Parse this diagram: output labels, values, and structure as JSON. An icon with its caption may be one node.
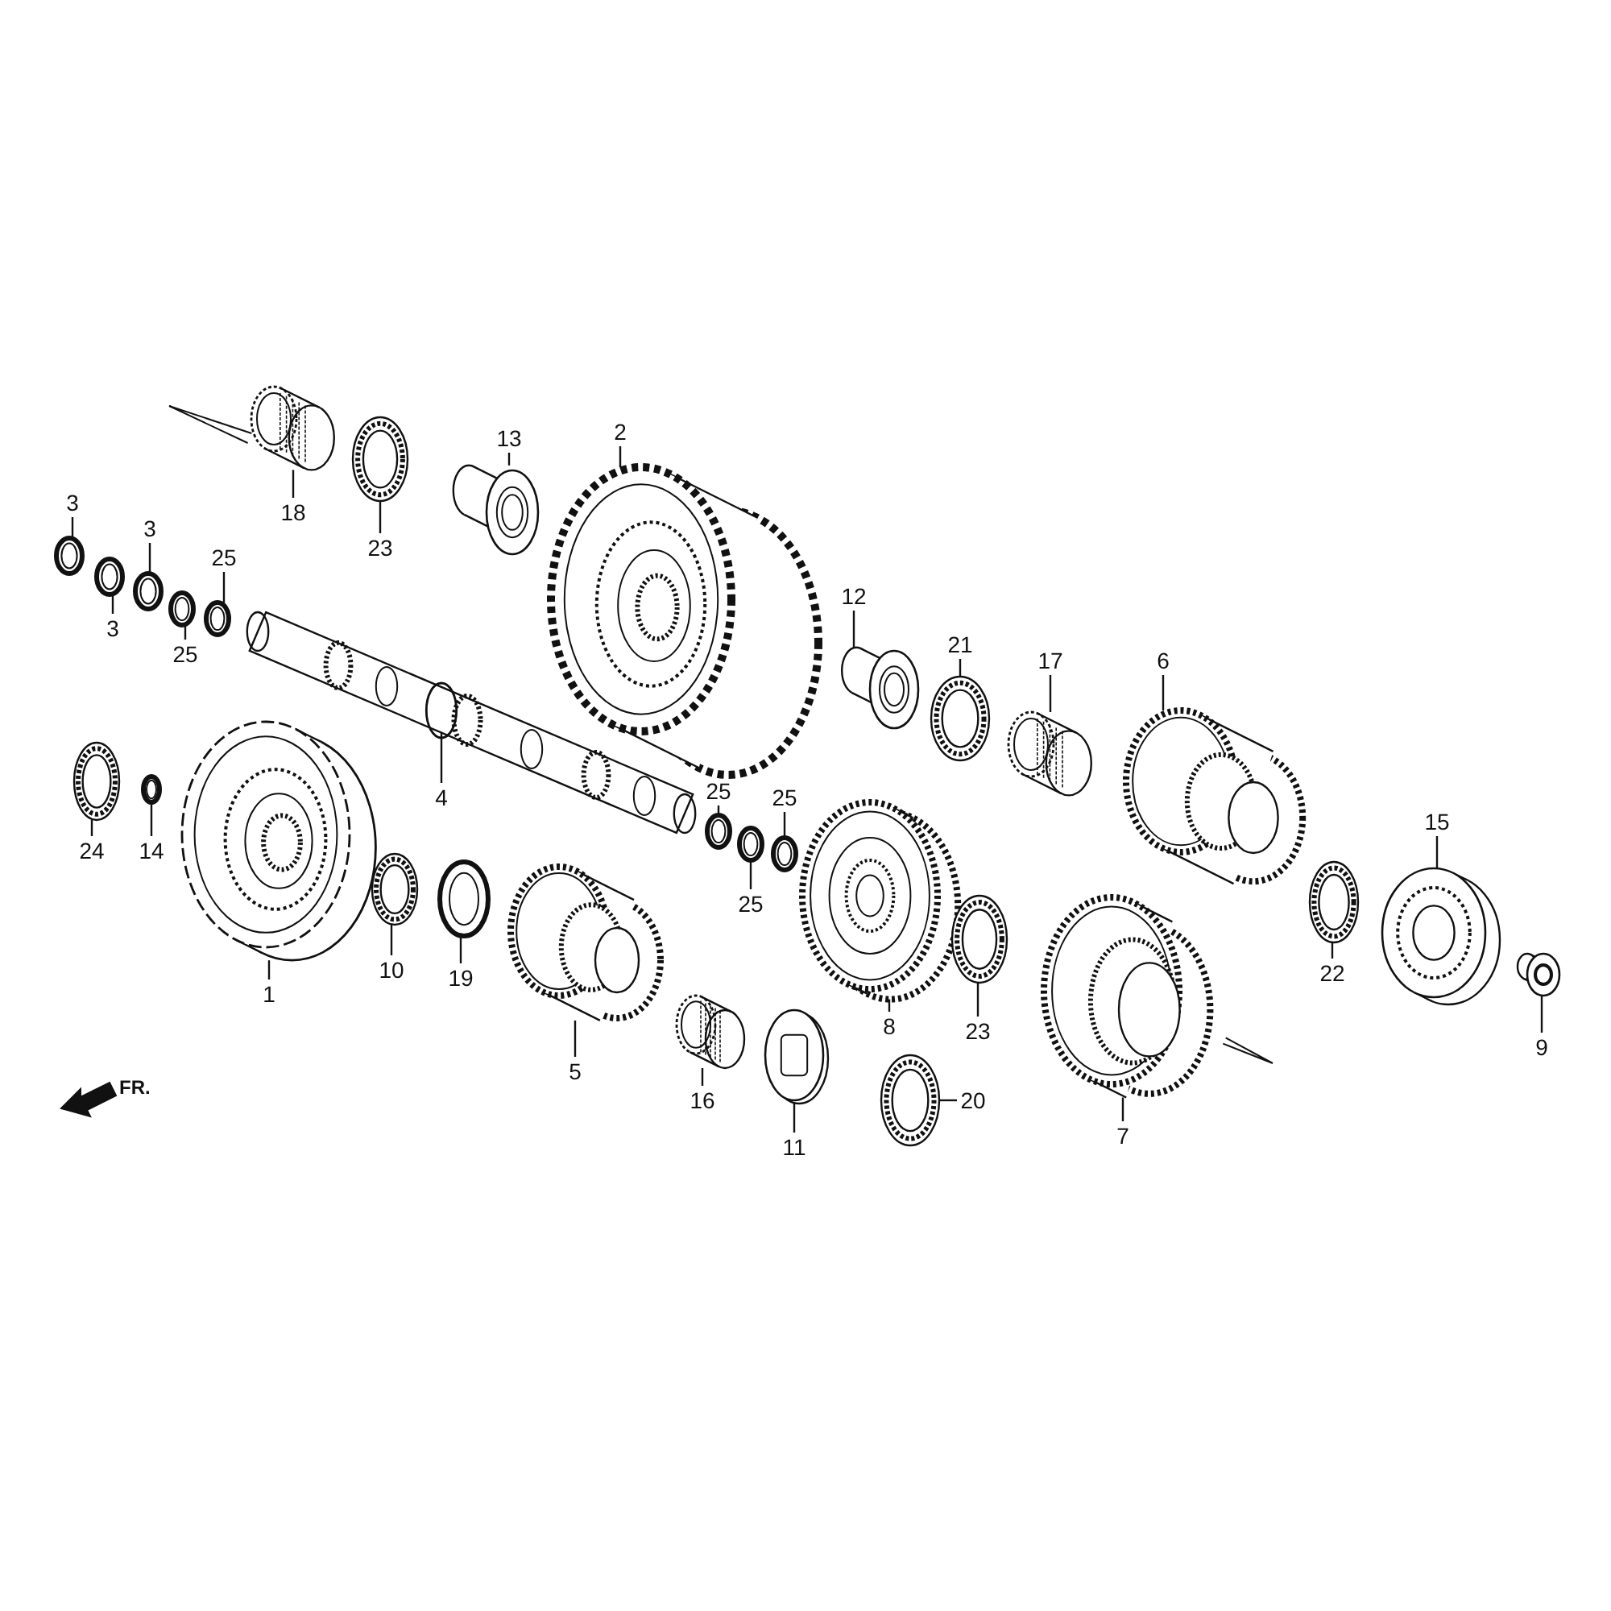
{
  "diagram": {
    "nodes": [
      {
        "text": [
          "2"
        ]
      },
      {
        "text": [],
        "shape": "picture"
      },
      {
        "text": [
          "13"
        ]
      },
      {
        "text": [],
        "shape": "picture"
      },
      {
        "text": [
          "3"
        ]
      },
      {
        "text": [],
        "shape": "picture"
      },
      {
        "text": [
          "18"
        ]
      },
      {
        "text": [],
        "shape": "picture"
      },
      {
        "text": [
          "3"
        ]
      },
      {
        "text": [],
        "shape": "picture"
      },
      {
        "text": [
          "23"
        ]
      },
      {
        "text": [],
        "shape": "picture"
      },
      {
        "text": [
          "25"
        ]
      },
      {
        "text": [],
        "shape": "picture"
      },
      {
        "text": [
          "12"
        ]
      },
      {
        "text": [],
        "shape": "picture"
      },
      {
        "text": [
          "3"
        ]
      },
      {
        "text": [],
        "shape": "picture"
      },
      {
        "text": [
          "21"
        ]
      },
      {
        "text": [],
        "shape": "picture"
      },
      {
        "text": [
          "25"
        ]
      },
      {
        "text": [],
        "shape": "picture"
      },
      {
        "text": [
          "17"
        ]
      },
      {
        "text": [],
        "shape": "picture"
      },
      {
        "text": [
          "6"
        ]
      },
      {
        "text": [],
        "shape": "picture"
      },
      {
        "text": [
          "25"
        ]
      },
      {
        "text": [],
        "shape": "picture"
      },
      {
        "text": [
          "4"
        ]
      },
      {
        "text": [],
        "shape": "picture"
      },
      {
        "text": [
          "25"
        ]
      },
      {
        "text": [],
        "shape": "picture"
      },
      {
        "text": [
          "15"
        ]
      },
      {
        "text": [],
        "shape": "picture"
      },
      {
        "text": [
          "24"
        ]
      },
      {
        "text": [],
        "shape": "picture"
      },
      {
        "text": [
          "14"
        ]
      },
      {
        "text": [],
        "shape": "picture"
      },
      {
        "text": [
          "25"
        ]
      },
      {
        "text": [],
        "shape": "picture"
      },
      {
        "text": [
          "10"
        ]
      },
      {
        "text": [],
        "shape": "picture"
      },
      {
        "text": [
          "22"
        ]
      },
      {
        "text": [],
        "shape": "picture"
      },
      {
        "text": [
          "19"
        ]
      },
      {
        "text": [],
        "shape": "picture"
      },
      {
        "text": [
          "1"
        ]
      },
      {
        "text": [],
        "shape": "picture"
      },
      {
        "text": [
          "8"
        ]
      },
      {
        "text": [],
        "shape": "picture"
      },
      {
        "text": [
          "23"
        ]
      },
      {
        "text": [],
        "shape": "picture"
      },
      {
        "text": [
          "9"
        ]
      },
      {
        "text": [],
        "shape": "picture"
      },
      {
        "text": [
          "5"
        ]
      },
      {
        "text": [],
        "shape": "picture"
      },
      {
        "text": [
          "16"
        ]
      },
      {
        "text": [],
        "shape": "picture"
      },
      {
        "text": [
          "20"
        ]
      },
      {
        "text": [],
        "shape": "picture"
      },
      {
        "text": [
          "7"
        ]
      },
      {
        "text": [],
        "shape": "picture"
      },
      {
        "text": [
          "11"
        ]
      },
      {
        "text": [],
        "shape": "picture"
      }
    ],
    "edges": [
      {
        "from": 0,
        "to": 1,
        "arrow": "none"
      },
      {
        "from": 2,
        "to": 3,
        "arrow": "none"
      },
      {
        "from": 4,
        "to": 5,
        "arrow": "none"
      },
      {
        "from": 6,
        "to": 7,
        "arrow": "none"
      },
      {
        "from": 8,
        "to": 9,
        "arrow": "none"
      },
      {
        "from": 10,
        "to": 11,
        "arrow": "none"
      },
      {
        "from": 12,
        "to": 13,
        "arrow": "none"
      },
      {
        "from": 14,
        "to": 15,
        "arrow": "none"
      },
      {
        "from": 16,
        "to": 17,
        "arrow": "none"
      },
      {
        "from": 18,
        "to": 19,
        "arrow": "none"
      },
      {
        "from": 20,
        "to": 21,
        "arrow": "none"
      },
      {
        "from": 22,
        "to": 23,
        "arrow": "none"
      },
      {
        "from": 24,
        "to": 25,
        "arrow": "none"
      },
      {
        "from": 26,
        "to": 27,
        "arrow": "none"
      },
      {
        "from": 28,
        "to": 29,
        "arrow": "none"
      },
      {
        "from": 30,
        "to": 31,
        "arrow": "none"
      },
      {
        "from": 32,
        "to": 33,
        "arrow": "none"
      },
      {
        "from": 34,
        "to": 35,
        "arrow": "none"
      },
      {
        "from": 36,
        "to": 37,
        "arrow": "none"
      },
      {
        "from": 38,
        "to": 39,
        "arrow": "none"
      },
      {
        "from": 40,
        "to": 41,
        "arrow": "none"
      },
      {
        "from": 42,
        "to": 43,
        "arrow": "none"
      },
      {
        "from": 44,
        "to": 45,
        "arrow": "none"
      },
      {
        "from": 46,
        "to": 47,
        "arrow": "none"
      },
      {
        "from": 48,
        "to": 49,
        "arrow": "none"
      },
      {
        "from": 50,
        "to": 51,
        "arrow": "none"
      },
      {
        "from": 52,
        "to": 53,
        "arrow": "none"
      },
      {
        "from": 54,
        "to": 55,
        "arrow": "none"
      },
      {
        "from": 56,
        "to": 57,
        "arrow": "none"
      },
      {
        "from": 58,
        "to": 59,
        "arrow": "none"
      },
      {
        "from": 60,
        "to": 61,
        "arrow": "none"
      },
      {
        "from": 62,
        "to": 63,
        "arrow": "none"
      }
    ],
    "labels": [
      "FR."
    ]
  }
}
